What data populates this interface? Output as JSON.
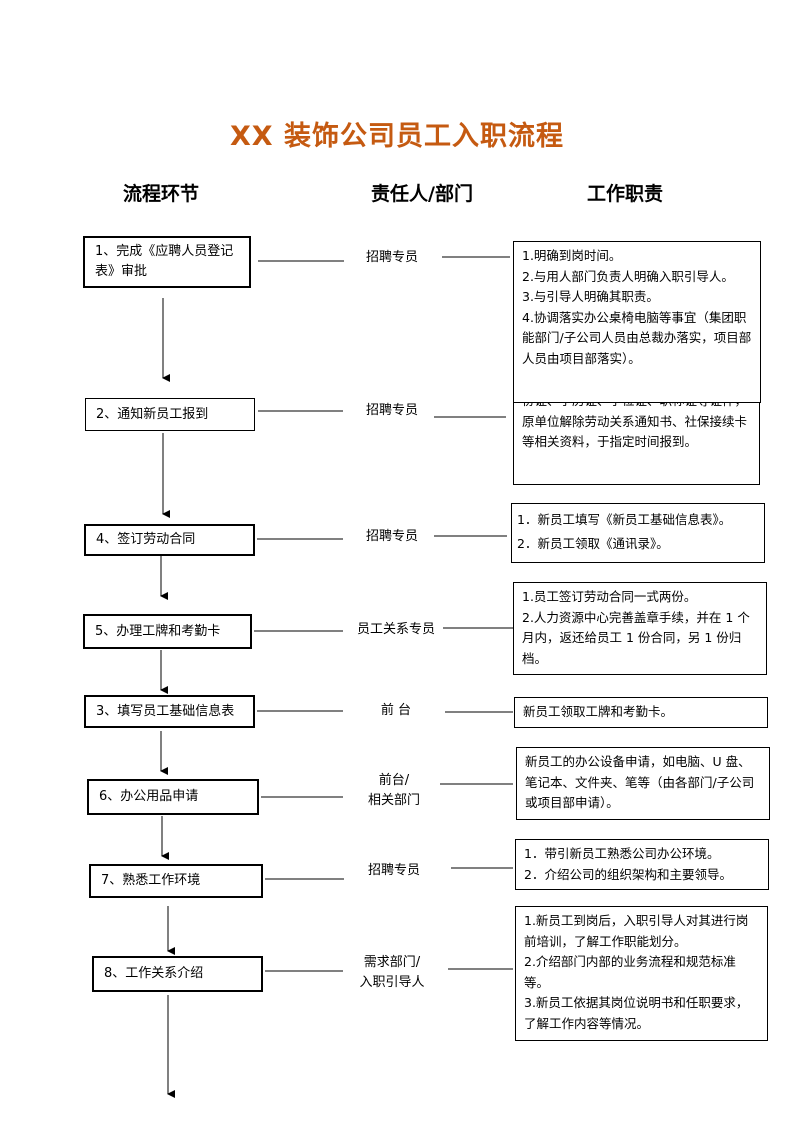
{
  "title": "XX 装饰公司员工入职流程",
  "headers": {
    "process": "流程环节",
    "responsible": "责任人/部门",
    "duties": "工作职责"
  },
  "rows": [
    {
      "step": "1、完成《应聘人员登记表》审批",
      "responsible": "招聘专员",
      "duties": [
        "1.明确到岗时间。",
        "2.与用人部门负责人明确入职引导人。",
        "3.与引导人明确其职责。",
        "4.协调落实办公桌椅电脑等事宜（集团职能部门/子公司人员由总裁办落实，项目部人员由项目部落实）。"
      ]
    },
    {
      "step": "2、通知新员工报到",
      "responsible": "招聘专员",
      "duties": [
        "份证、学历证、学位证、职称证等证件，原单位解除劳动关系通知书、社保接续卡等相关资料，于指定时间报到。"
      ]
    },
    {
      "step": "4、签订劳动合同",
      "responsible": "招聘专员",
      "duties": [
        "1．新员工填写《新员工基础信息表》。",
        "2．新员工领取《通讯录》。"
      ]
    },
    {
      "step": "5、办理工牌和考勤卡",
      "responsible": "员工关系专员",
      "duties": [
        "1.员工签订劳动合同一式两份。",
        "2.人力资源中心完善盖章手续，并在 1 个月内，返还给员工 1 份合同，另 1 份归档。"
      ]
    },
    {
      "step": "3、填写员工基础信息表",
      "responsible": "前 台",
      "duties": [
        "新员工领取工牌和考勤卡。"
      ]
    },
    {
      "step": "6、办公用品申请",
      "responsible": [
        "前台/",
        "相关部门"
      ],
      "duties": [
        "新员工的办公设备申请，如电脑、U 盘、笔记本、文件夹、笔等（由各部门/子公司或项目部申请）。"
      ]
    },
    {
      "step": "7、熟悉工作环境",
      "responsible": "招聘专员",
      "duties": [
        "1．带引新员工熟悉公司办公环境。",
        "2．介绍公司的组织架构和主要领导。"
      ]
    },
    {
      "step": "8、工作关系介绍",
      "responsible": [
        "需求部门/",
        "入职引导人"
      ],
      "duties": [
        "1.新员工到岗后，入职引导人对其进行岗前培训，了解工作职能划分。",
        "2.介绍部门内部的业务流程和规范标准等。",
        "3.新员工依据其岗位说明书和任职要求，了解工作内容等情况。"
      ]
    }
  ]
}
